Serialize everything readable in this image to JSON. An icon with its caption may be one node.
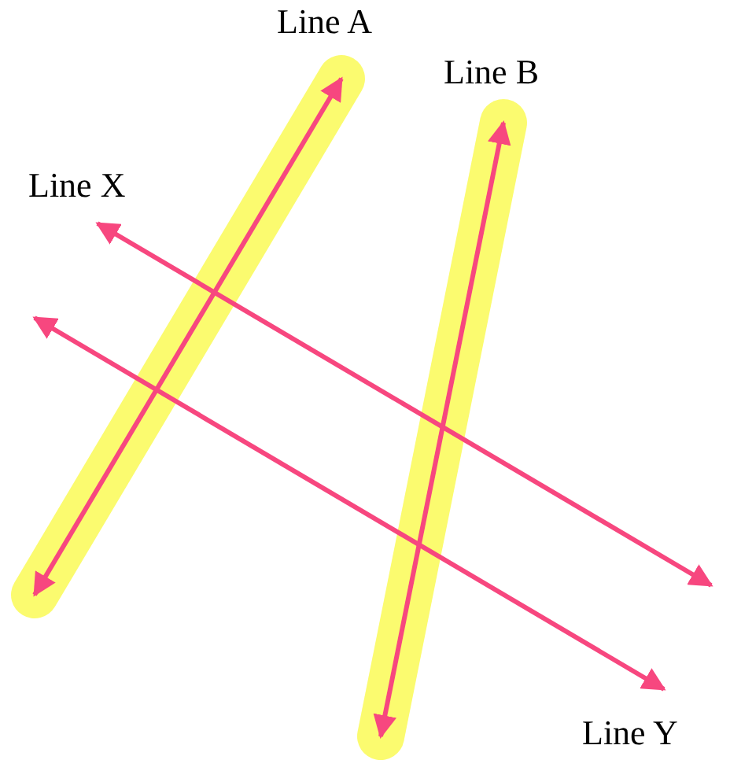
{
  "diagram": {
    "labels": [
      "Line A",
      "Line B",
      "Line X",
      "Line Y"
    ]
  }
}
